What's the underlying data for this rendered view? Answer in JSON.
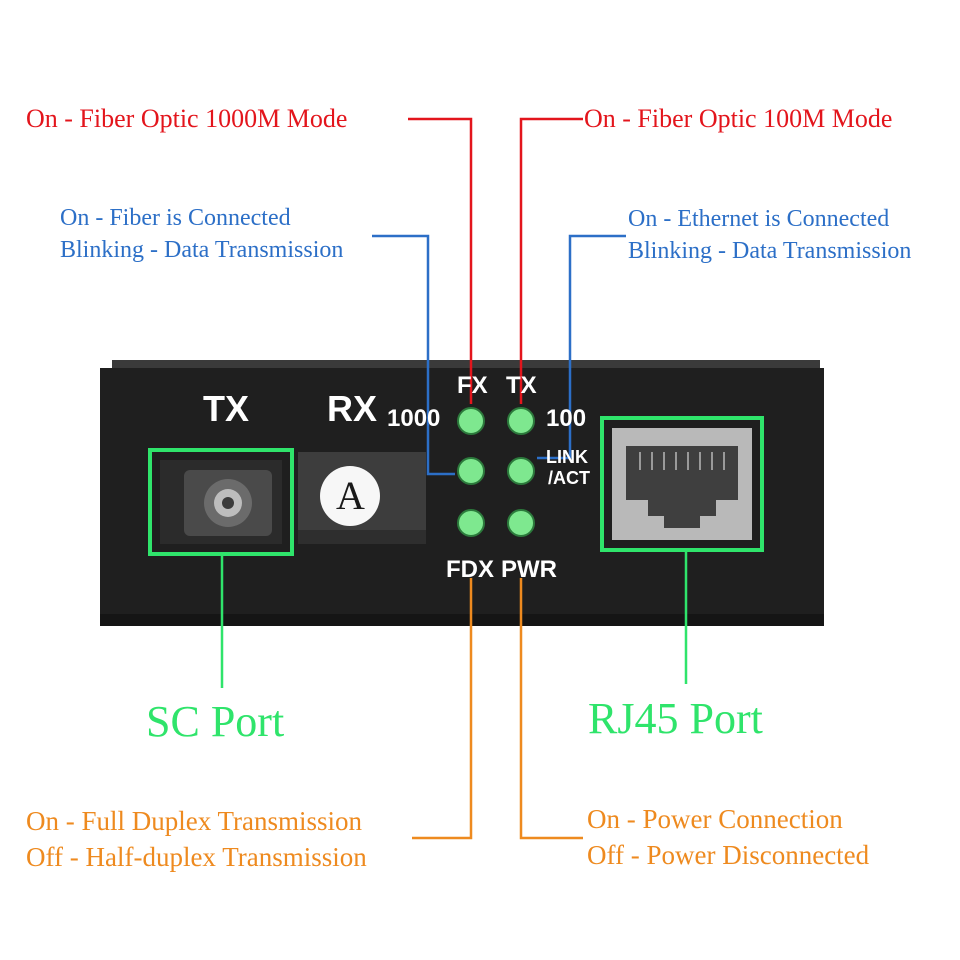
{
  "callouts": {
    "fx_1000": {
      "text": "On - Fiber Optic 1000M Mode",
      "color": "#e3151c"
    },
    "fx_100": {
      "text": "On - Fiber Optic 100M Mode",
      "color": "#e3151c"
    },
    "fiber_link": {
      "line1": "On - Fiber is Connected",
      "line2": "Blinking - Data Transmission",
      "color": "#2c6fc7"
    },
    "eth_link": {
      "line1": "On - Ethernet is Connected",
      "line2": "Blinking - Data Transmission",
      "color": "#2c6fc7"
    },
    "sc_port": {
      "text": "SC Port",
      "color": "#2fe46b"
    },
    "rj45_port": {
      "text": "RJ45 Port",
      "color": "#2fe46b"
    },
    "fdx": {
      "line1": "On - Full Duplex Transmission",
      "line2": "Off - Half-duplex Transmission",
      "color": "#ee8a1f"
    },
    "pwr": {
      "line1": "On - Power Connection",
      "line2": "Off - Power Disconnected",
      "color": "#ee8a1f"
    }
  },
  "device": {
    "tx_label": "TX",
    "rx_label": "RX",
    "module_letter": "A",
    "label_1000": "1000",
    "label_100": "100",
    "label_fx": "FX",
    "label_tx_led": "TX",
    "label_link": "LINK",
    "label_act": "/ACT",
    "label_fdx": "FDX",
    "label_pwr": "PWR",
    "led_color": "#7ee88f",
    "body_color": "#1f1f1f"
  }
}
